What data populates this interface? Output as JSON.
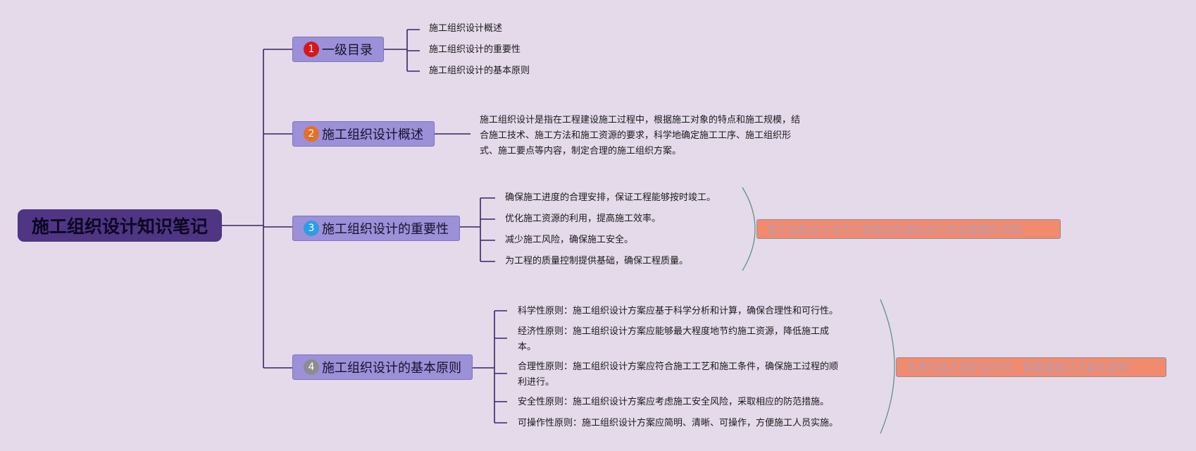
{
  "root": {
    "title": "施工组织设计知识笔记"
  },
  "topics": [
    {
      "number": "1",
      "label": "一级目录",
      "badge_color": "#d6161b"
    },
    {
      "number": "2",
      "label": "施工组织设计概述",
      "badge_color": "#e76f25"
    },
    {
      "number": "3",
      "label": "施工组织设计的重要性",
      "badge_color": "#2a9ee6"
    },
    {
      "number": "4",
      "label": "施工组织设计的基本原则",
      "badge_color": "#8c8c8c"
    }
  ],
  "toc_items": [
    "施工组织设计概述",
    "施工组织设计的重要性",
    "施工组织设计的基本原则"
  ],
  "overview": {
    "line1": "施工组织设计是指在工程建设施工过程中，根据施工对象的特点和施工规模，结",
    "line2": "合施工技术、施工方法和施工资源的要求，科学地确定施工工序、施工组织形",
    "line3": "式、施工要点等内容，制定合理的施工组织方案。"
  },
  "importance_items": [
    "确保施工进度的合理安排，保证工程能够按时竣工。",
    "优化施工资源的利用，提高施工效率。",
    "减少施工风险，确保施工安全。",
    "为工程的质量控制提供基础，确保工程质量。"
  ],
  "importance_summary": "施工组织设计对于工程建设的顺利进行具有重要的作用：",
  "principles": [
    {
      "line1": "科学性原则：施工组织设计方案应基于科学分析和计算，确保合理性和可行性。"
    },
    {
      "line1": "经济性原则：施工组织设计方案应能够最大程度地节约施工资源，降低施工成",
      "line2": "本。"
    },
    {
      "line1": "合理性原则：施工组织设计方案应符合施工工艺和施工条件，确保施工过程的顺",
      "line2": "利进行。"
    },
    {
      "line1": "安全性原则：施工组织设计方案应考虑施工安全风险，采取相应的防范措施。"
    },
    {
      "line1": "可操作性原则：施工组织设计方案应简明、清晰、可操作，方便施工人员实施。"
    }
  ],
  "principles_summary": "在进行施工组织设计时，需要遵循以下基本原则：",
  "colors": {
    "background": "#e4daea",
    "root": "#4f3584",
    "topic": "#9c90d8",
    "line": "#3b2368",
    "summary": "#f28a6e"
  }
}
